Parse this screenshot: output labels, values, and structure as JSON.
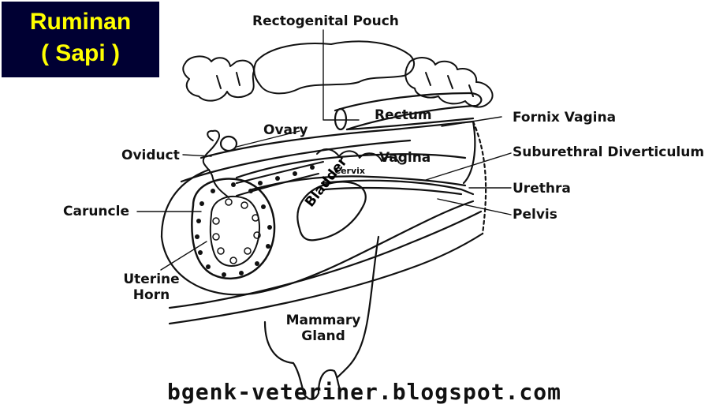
{
  "title": {
    "line1": "Ruminan",
    "line2": "( Sapi )"
  },
  "colors": {
    "title_bg": "#000033",
    "title_text": "#ffff00",
    "ink": "#111111"
  },
  "labels": {
    "rectogenital_pouch": "Rectogenital Pouch",
    "rectum": "Rectum",
    "fornix_vagina": "Fornix Vagina",
    "ovary": "Ovary",
    "oviduct": "Oviduct",
    "cervix": "Cervix",
    "vagina": "Vagina",
    "suburethral_diverticulum": "Suburethral Diverticulum",
    "urethra": "Urethra",
    "caruncle": "Caruncle",
    "bladder": "Bladder",
    "pelvis": "Pelvis",
    "uterine_horn_1": "Uterine",
    "uterine_horn_2": "Horn",
    "mammary_gland_1": "Mammary",
    "mammary_gland_2": "Gland"
  },
  "footer": "bgenk-veteriner.blogspot.com"
}
